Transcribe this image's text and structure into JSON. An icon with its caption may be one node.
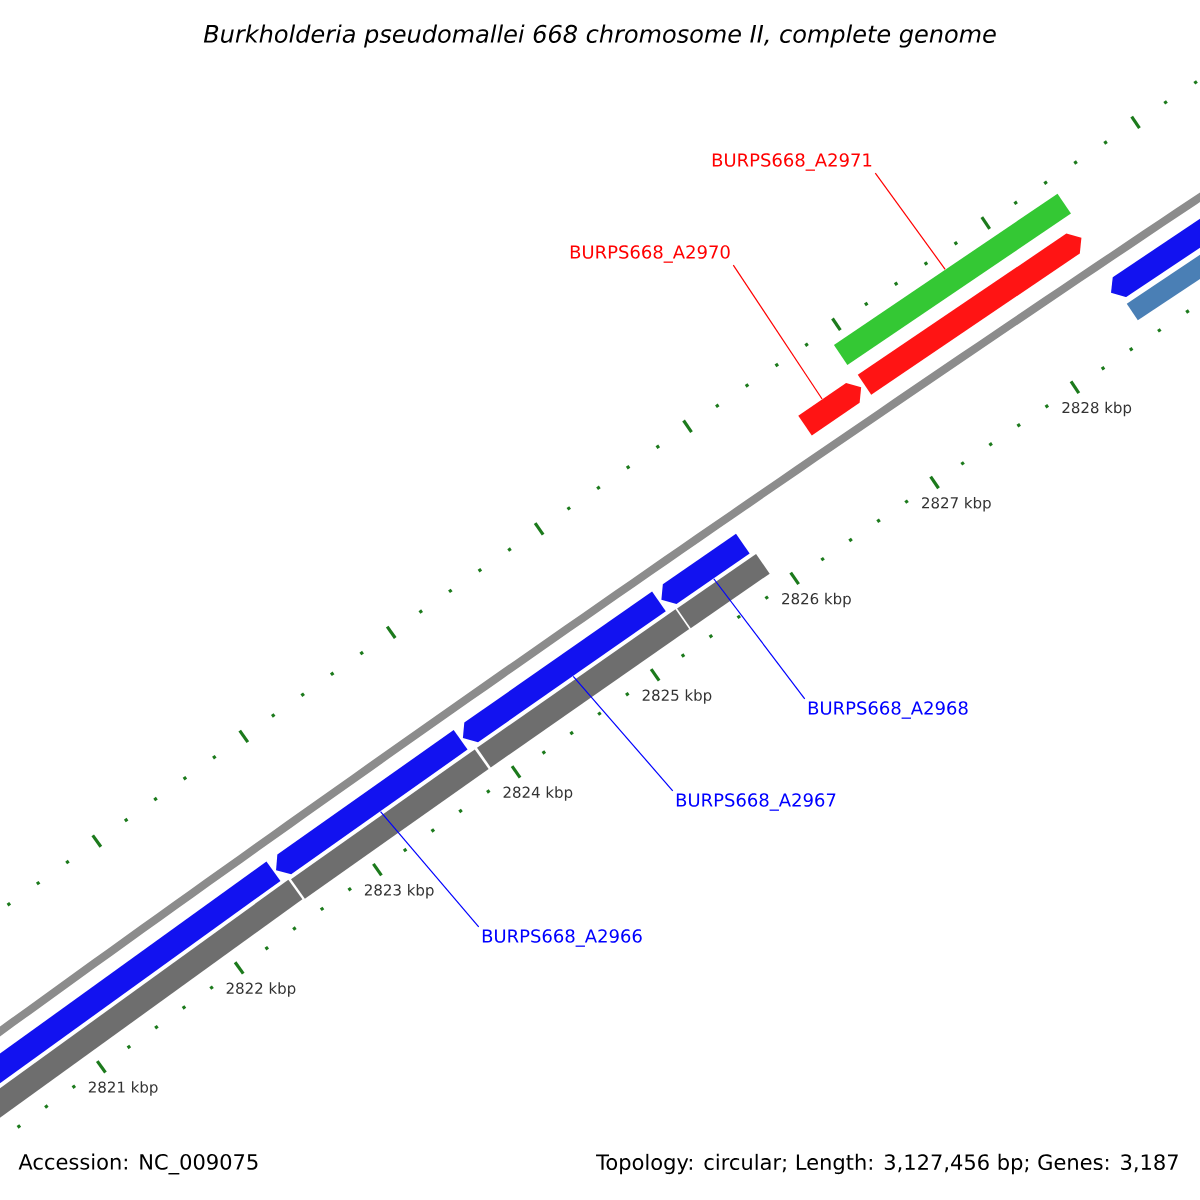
{
  "diagram": {
    "title": "Burkholderia pseudomallei 668 chromosome II, complete genome",
    "nodes": [
      {
        "text": [
          "BURPS668_A2971"
        ]
      },
      {
        "text": [
          "BURPS668_A2970"
        ]
      },
      {
        "text": [
          "BURPS668_A2968"
        ]
      },
      {
        "text": [
          "BURPS668_A2967"
        ]
      },
      {
        "text": [
          "BURPS668_A2966"
        ]
      },
      {
        "text": [],
        "shape": "bar"
      },
      {
        "text": [],
        "shape": "arrow"
      },
      {
        "text": [],
        "shape": "arrow"
      },
      {
        "text": [],
        "shape": "arrow"
      },
      {
        "text": [],
        "shape": "arrow"
      },
      {
        "text": [],
        "shape": "arrow"
      },
      {
        "text": [],
        "shape": "arrow"
      },
      {
        "text": [],
        "shape": "arrow"
      }
    ],
    "edges": [
      {
        "from": 0,
        "to": 5,
        "arrow": "none",
        "color": "#ff0000"
      },
      {
        "from": 1,
        "to": 6,
        "arrow": "none",
        "color": "#ff0000"
      },
      {
        "from": 2,
        "to": 7,
        "arrow": "none",
        "color": "#0000ff"
      },
      {
        "from": 3,
        "to": 8,
        "arrow": "none",
        "color": "#0000ff"
      },
      {
        "from": 4,
        "to": 9,
        "arrow": "none",
        "color": "#0000ff"
      }
    ],
    "labels": [
      "2828 kbp",
      "2827 kbp",
      "2826 kbp",
      "2825 kbp",
      "2824 kbp",
      "2823 kbp",
      "2822 kbp",
      "2821 kbp",
      "Accession: NC_009075",
      "Topology: circular; Length: 3,127,456 bp; Genes: 3,187"
    ]
  }
}
